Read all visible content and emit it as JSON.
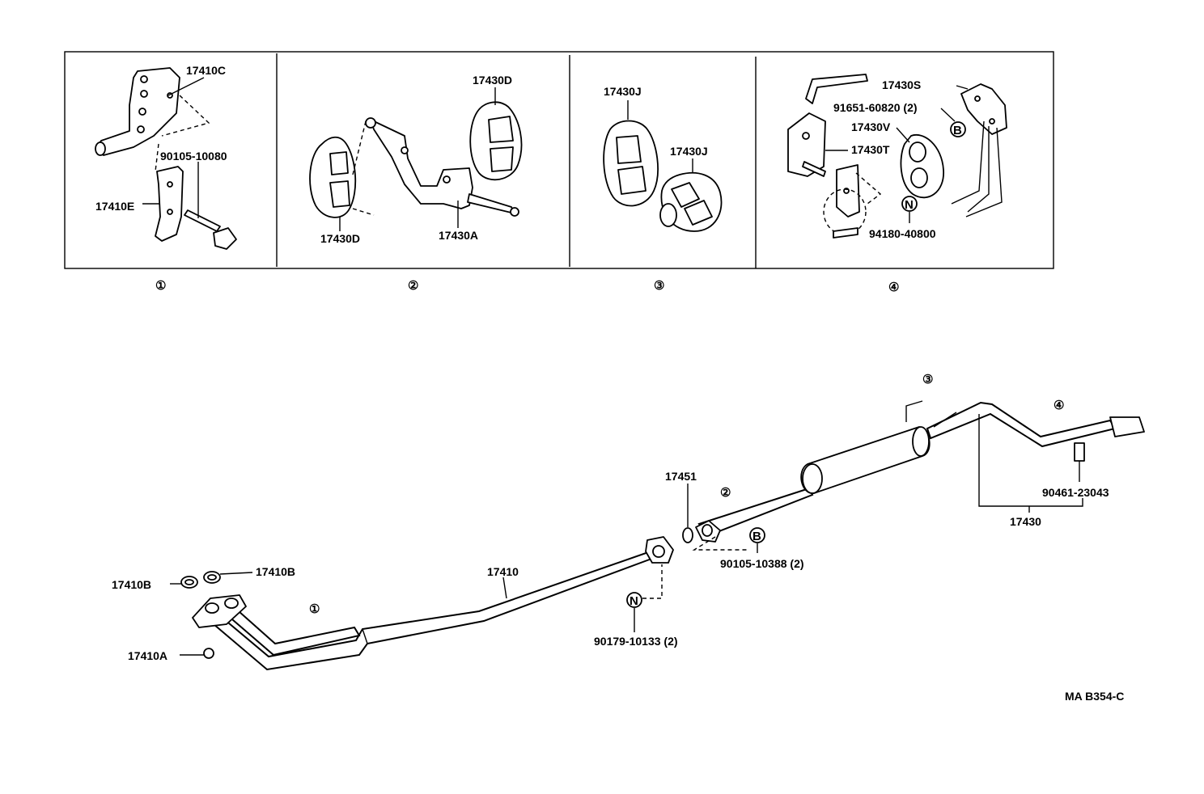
{
  "panels": [
    {
      "number": "①",
      "labels": [
        "17410C",
        "90105-10080",
        "17410E"
      ]
    },
    {
      "number": "②",
      "labels": [
        "17430D",
        "17430D",
        "17430A"
      ]
    },
    {
      "number": "③",
      "labels": [
        "17430J",
        "17430J"
      ]
    },
    {
      "number": "④",
      "labels": [
        "17430S",
        "91651-60820 (2)",
        "17430V",
        "17430T",
        "94180-40800"
      ]
    }
  ],
  "markers": {
    "B": "B",
    "N": "N"
  },
  "main": {
    "callouts": {
      "c1": "①",
      "c2": "②",
      "c3": "③",
      "c4": "④"
    },
    "labels": {
      "p17410": "17410",
      "p17410B_left": "17410B",
      "p17410B_right": "17410B",
      "p17410A": "17410A",
      "p90179": "90179-10133 (2)",
      "p17451": "17451",
      "p90105_10388": "90105-10388 (2)",
      "p17430": "17430",
      "p90461": "90461-23043"
    }
  },
  "code": "MA B354-C"
}
